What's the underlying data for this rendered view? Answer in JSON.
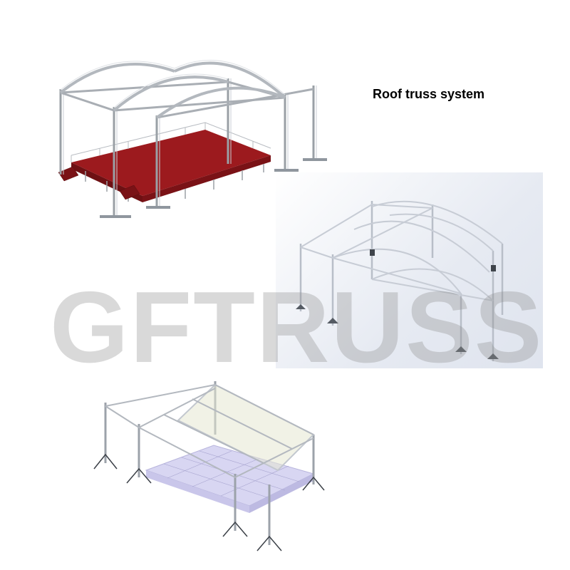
{
  "caption": "Roof truss system",
  "watermark": "GFTRUSS",
  "colors": {
    "truss": "#c9ced4",
    "truss_dark": "#8f969e",
    "stage_red": "#9c1a1e",
    "stage_red_dark": "#6e1013",
    "render_bg": "#e4e8f0",
    "deck_lavender": "#d8d6f2",
    "watermark": "#8c8c8c"
  },
  "images": [
    {
      "id": "arched-roof-stage",
      "description": "aluminium arched roof truss over a red stage with railings and stairs"
    },
    {
      "id": "arched-roof-render",
      "description": "CAD render of arched roof truss with towers and base plates"
    },
    {
      "id": "gable-roof-render",
      "description": "CAD render of gable roof truss with wings over a stage deck"
    }
  ]
}
